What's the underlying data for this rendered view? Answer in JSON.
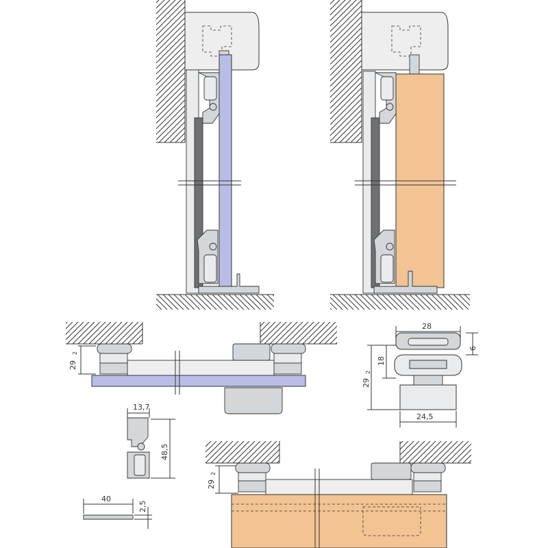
{
  "colors": {
    "glass": "#b9bde6",
    "wood": "#f2c393",
    "profile": "#d3d7da",
    "profile_dark": "#6e7073",
    "ceiling": "#eeeeee",
    "hatch": "#333333"
  },
  "dims": {
    "detail_profile_width": "28",
    "detail_profile_height": "18",
    "detail_total_height": "29",
    "detail_total_height_tol": "2",
    "detail_lip": "6",
    "detail_bottom_width": "24,5",
    "plan_glass_height": "29",
    "plan_glass_height_tol": "2",
    "plan_wood_height": "29",
    "plan_wood_height_tol": "2",
    "clip_width": "13,7",
    "clip_height": "48,5",
    "bar_length": "40",
    "bar_thickness": "2,5"
  }
}
